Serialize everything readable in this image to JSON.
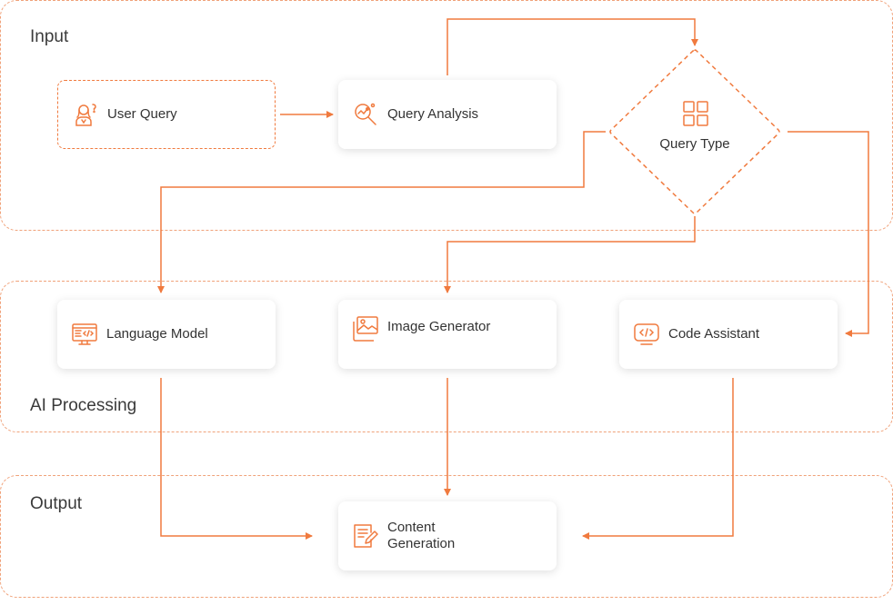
{
  "groups": {
    "input": "Input",
    "ai_processing": "AI Processing",
    "output": "Output"
  },
  "nodes": {
    "user_query": "User Query",
    "query_analysis": "Query Analysis",
    "query_type": "Query Type",
    "language_model": "Language Model",
    "image_generator": "Image Generator",
    "code_assistant": "Code Assistant",
    "content_generation_line1": "Content",
    "content_generation_line2": "Generation"
  },
  "colors": {
    "accent": "#f07a3e",
    "group_border": "#f0a27a"
  }
}
